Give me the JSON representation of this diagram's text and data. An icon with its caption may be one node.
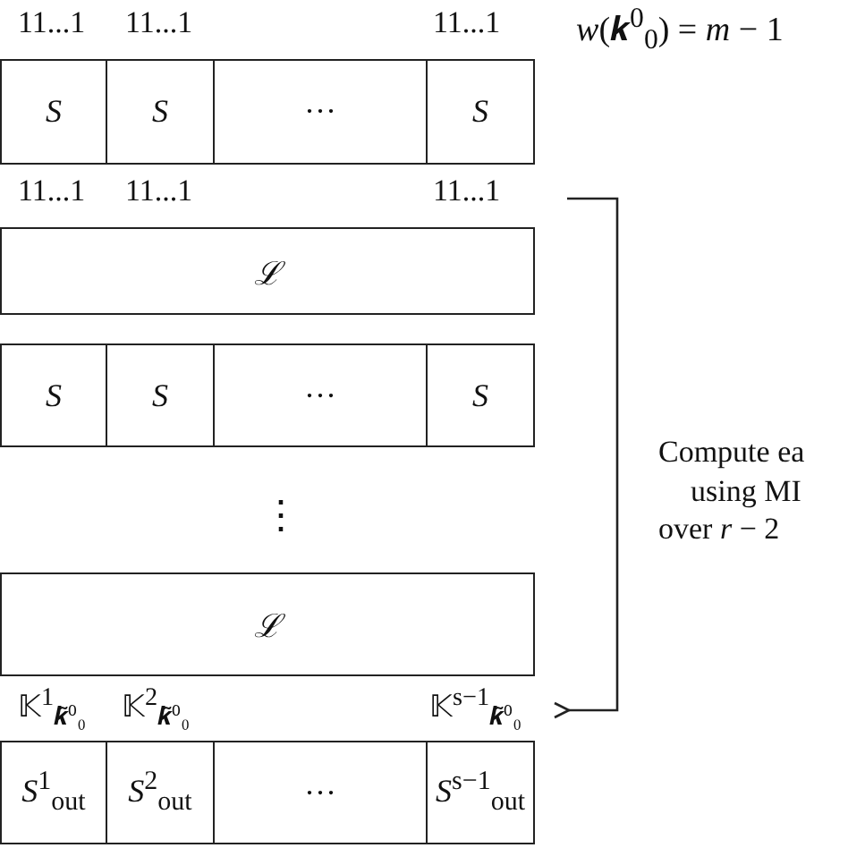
{
  "diagram": {
    "nodes": [
      {
        "text": [
          "S"
        ]
      },
      {
        "text": [
          "S"
        ]
      },
      {
        "text": [
          "···"
        ]
      },
      {
        "text": [
          "S"
        ]
      },
      {
        "text": [
          "ℒ"
        ]
      },
      {
        "text": [
          "S"
        ]
      },
      {
        "text": [
          "S"
        ]
      },
      {
        "text": [
          "···"
        ]
      },
      {
        "text": [
          "S"
        ]
      },
      {
        "text": [
          "ℒ"
        ]
      },
      {
        "text": [
          "*S*$^{1}$$_{out}$"
        ]
      },
      {
        "text": [
          "*S*$^{2}$$_{out}$"
        ]
      },
      {
        "text": [
          "···"
        ]
      },
      {
        "text": [
          "*S*$^{s−1}$$_{out}$"
        ]
      }
    ],
    "edges": [],
    "labels": [
      "11...1",
      "11...1",
      "11...1",
      "*w*(𝒌$^{0}$$_{0}$) = *m* − 1",
      "11...1",
      "11...1",
      "11...1",
      "Compute ea",
      "using MI",
      "over *r* − 2",
      "⋮",
      "𝕂$^{1}$$_{𝒌̃⁰₀}$",
      "𝕂$^{2}$$_{𝒌̃⁰₀}$",
      "𝕂$^{s−1}$$_{𝒌̃⁰₀}$"
    ]
  }
}
